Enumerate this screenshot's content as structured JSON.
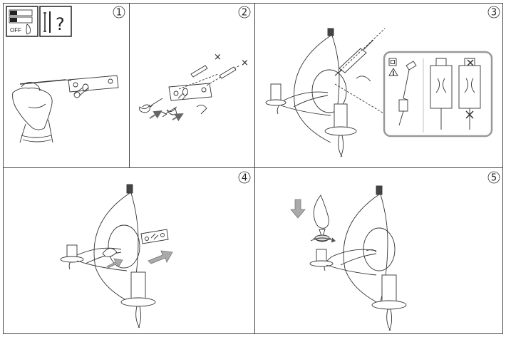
{
  "steps": [
    {
      "number": "1"
    },
    {
      "number": "2"
    },
    {
      "number": "3"
    },
    {
      "number": "4"
    },
    {
      "number": "5"
    }
  ],
  "icons": {
    "switch_off_label": "OFF",
    "question_mark": "?",
    "cross_mark": "×"
  }
}
